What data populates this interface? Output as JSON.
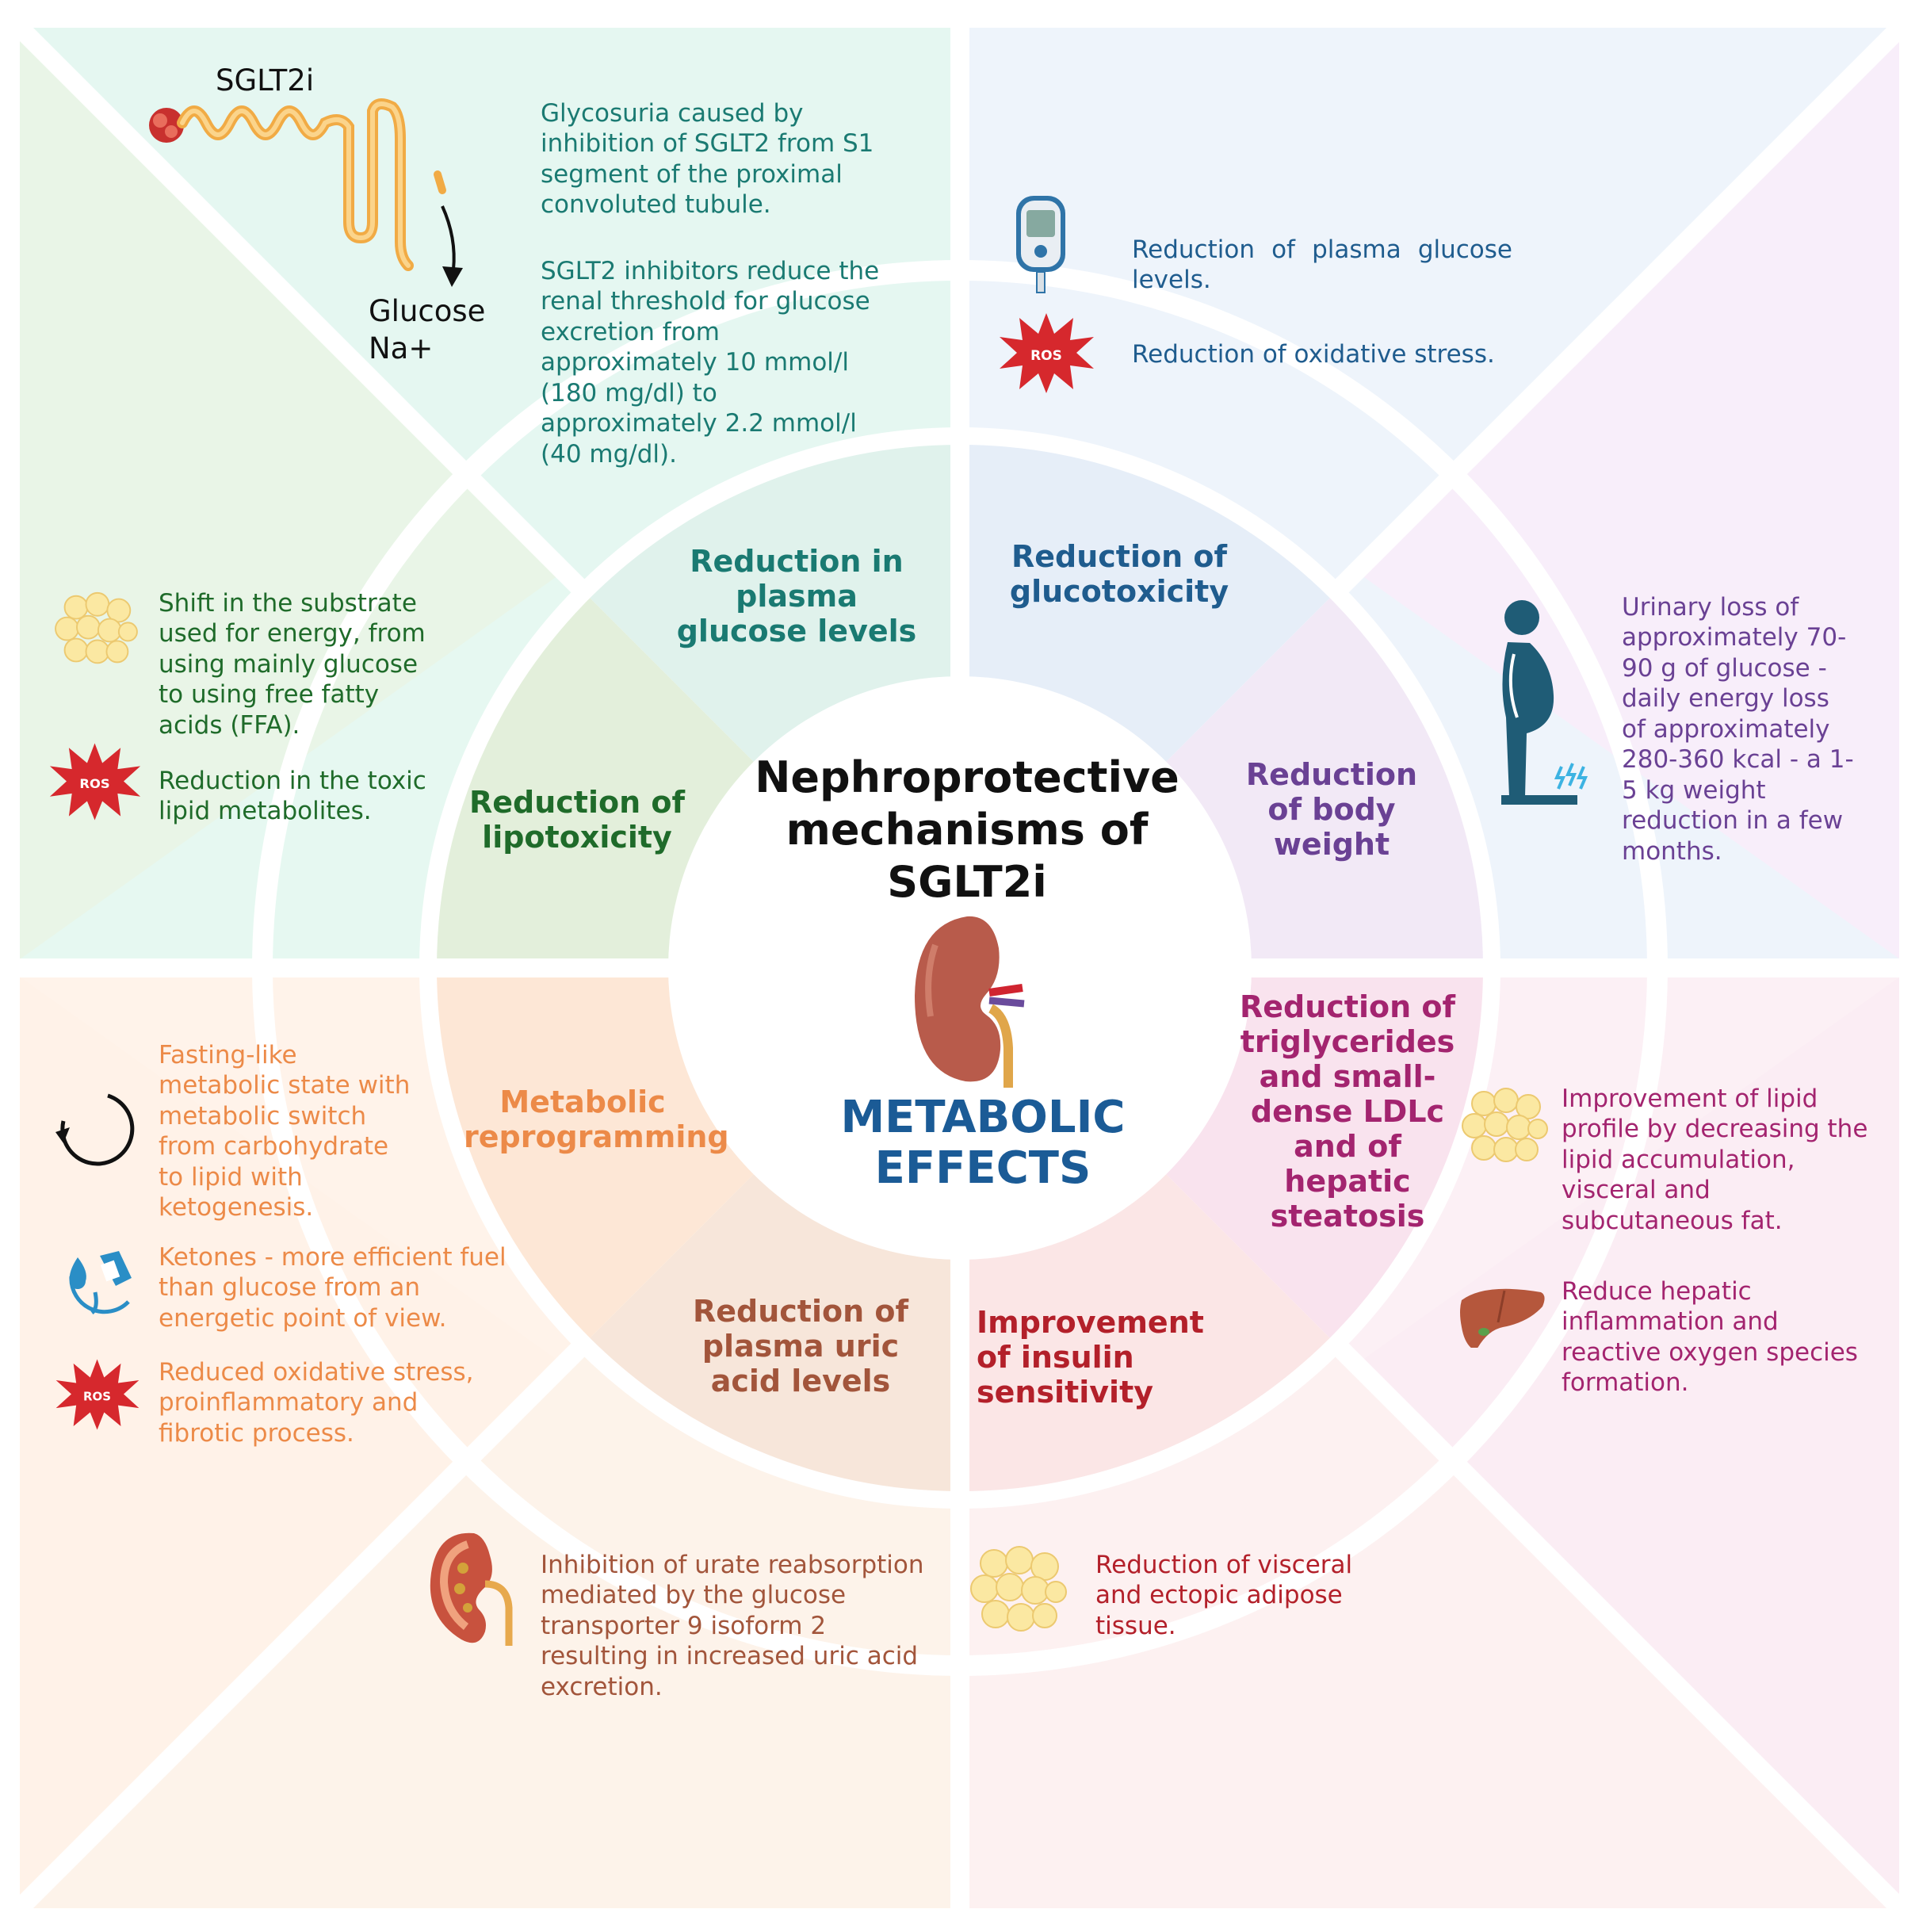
{
  "colors": {
    "teal": "#1a7a72",
    "blue": "#1f5c8e",
    "green": "#1f6b2a",
    "purple": "#6a4194",
    "orange": "#ec8a48",
    "brown": "#a2553b",
    "red": "#b3202a",
    "magenta": "#a3246f",
    "center_effects": "#1b5b96"
  },
  "center": {
    "title": "Nephroprotective mechanisms of SGLT2i",
    "effects": "METABOLIC EFFECTS"
  },
  "tubule": {
    "drug_label": "SGLT2i",
    "output_glucose": "Glucose",
    "output_na": "Na+"
  },
  "segments": {
    "plasma_glucose": {
      "label": "Reduction in plasma glucose levels",
      "desc1": "Glycosuria caused by inhibition of SGLT2 from S1 segment of the proximal convoluted tubule.",
      "desc2": "SGLT2 inhibitors reduce the renal threshold for glucose excretion from approximately 10 mmol/l (180 mg/dl) to approximately 2.2 mmol/l (40 mg/dl)."
    },
    "glucotoxicity": {
      "label": "Reduction of glucotoxicity",
      "desc1": "Reduction of plasma glucose levels.",
      "desc2": "Reduction of oxidative stress.",
      "ros": "ROS"
    },
    "body_weight": {
      "label": "Reduction of body weight",
      "desc": "Urinary loss of approximately 70-90 g of glucose - daily energy loss of approximately 280-360 kcal - a 1-5 kg weight reduction in a few months."
    },
    "triglycerides": {
      "label": "Reduction of triglycerides and small-dense LDLc and of hepatic steatosis",
      "desc1": "Improvement of lipid profile by decreasing the lipid accumulation, visceral and subcutaneous fat.",
      "desc2": "Reduce hepatic inflammation and reactive oxygen species formation."
    },
    "insulin": {
      "label": "Improvement of insulin sensitivity",
      "desc": "Reduction of visceral and ectopic adipose tissue."
    },
    "uric_acid": {
      "label": "Reduction of plasma uric acid levels",
      "desc": "Inhibition of urate reabsorption mediated by the glucose transporter 9 isoform 2 resulting in increased uric acid excretion."
    },
    "metabolic": {
      "label": "Metabolic reprogramming",
      "desc1": "Fasting-like metabolic state with metabolic switch from carbohydrate to lipid with ketogenesis.",
      "desc2": "Ketones - more efficient fuel than glucose from an energetic point of view.",
      "desc3": "Reduced oxidative stress, proinflammatory and fibrotic process.",
      "ros": "ROS"
    },
    "lipotoxicity": {
      "label": "Reduction of lipotoxicity",
      "desc1": "Shift in the substrate used for energy, from using mainly glucose to using free fatty acids (FFA).",
      "desc2": "Reduction in the toxic lipid metabolites.",
      "ros": "ROS"
    }
  }
}
